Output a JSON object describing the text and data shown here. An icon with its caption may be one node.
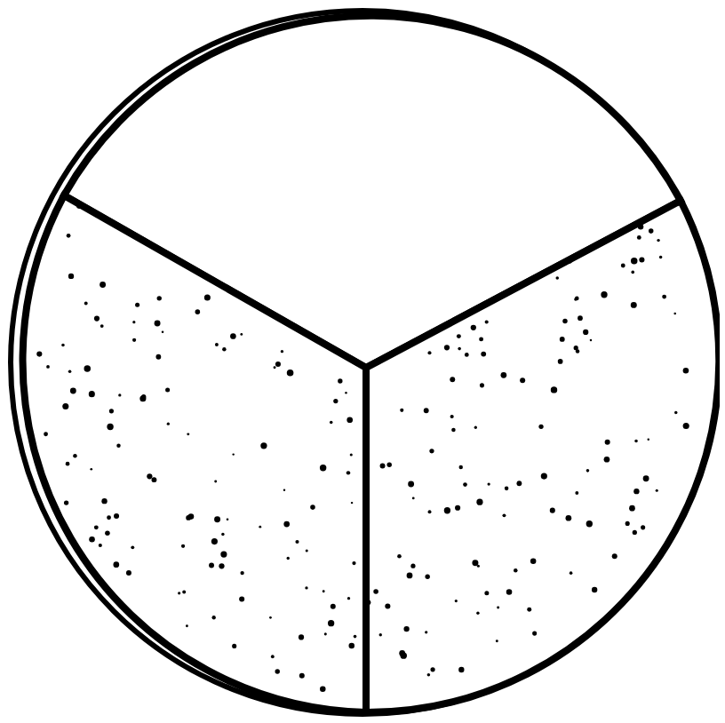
{
  "diagram": {
    "nodes": [
      {
        "text": [],
        "shape": "circle"
      },
      {
        "text": [],
        "shape": "sector",
        "in": 0
      },
      {
        "text": [],
        "shape": "sector",
        "in": 0
      },
      {
        "text": [],
        "shape": "sector",
        "in": 0
      }
    ]
  }
}
